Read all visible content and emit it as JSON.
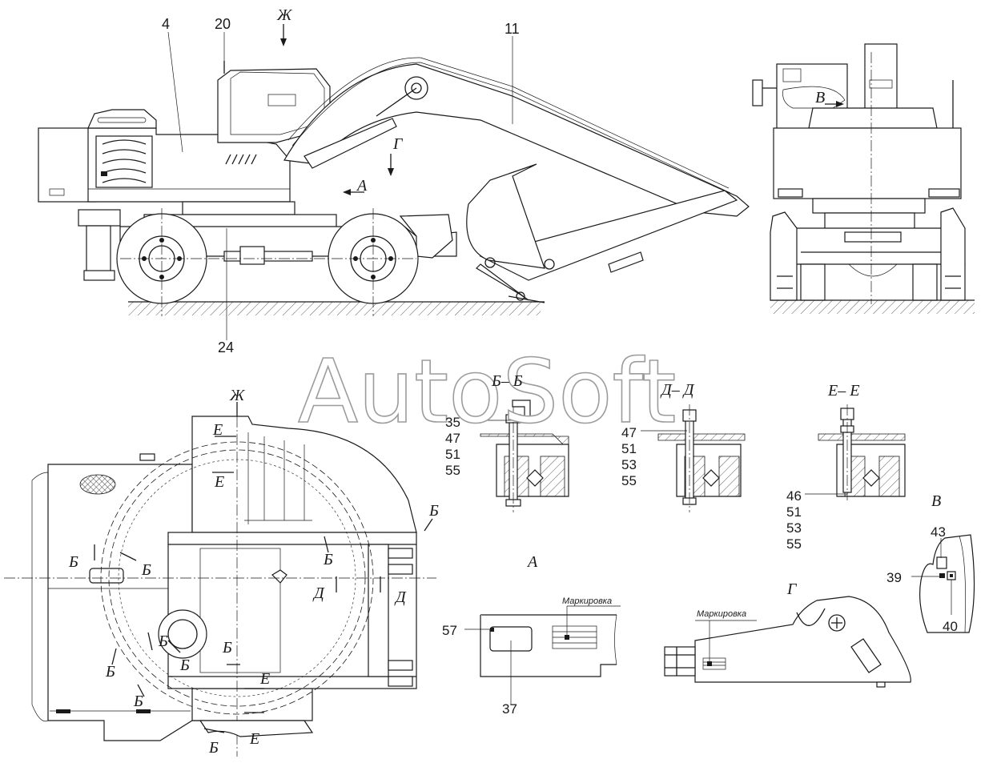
{
  "watermark": "AutoSoft",
  "callouts": {
    "c4": "4",
    "c20": "20",
    "c11": "11",
    "c24": "24",
    "c35": "35",
    "c47a": "47",
    "c51a": "51",
    "c55a": "55",
    "c47b": "47",
    "c51b": "51",
    "c53b": "53",
    "c55b": "55",
    "c46": "46",
    "c51c": "51",
    "c53c": "53",
    "c55c": "55",
    "c43": "43",
    "c39": "39",
    "c40": "40",
    "c57": "57",
    "c37": "37"
  },
  "view_labels": {
    "zh_top": "Ж",
    "g_side": "Г",
    "a_side": "А",
    "v_right": "В",
    "zh_plan": "Ж",
    "e_1": "Е",
    "e_2": "Е",
    "b_1": "Б",
    "b_2": "Б",
    "b_3": "Б",
    "b_4": "Б",
    "b_5": "Б",
    "b_6": "Б",
    "b_7": "Б",
    "b_8": "Б",
    "b_9": "Б",
    "b_10": "Б",
    "d_1": "Д",
    "d_2": "Д",
    "e_3": "Е",
    "e_4": "Е"
  },
  "section_titles": {
    "bb": "Б– Б",
    "dd": "Д– Д",
    "ee": "Е– Е",
    "view_a": "А",
    "view_g": "Г",
    "view_v": "В"
  },
  "notes": {
    "marking_a": "Маркировка",
    "marking_g": "Маркировка"
  }
}
